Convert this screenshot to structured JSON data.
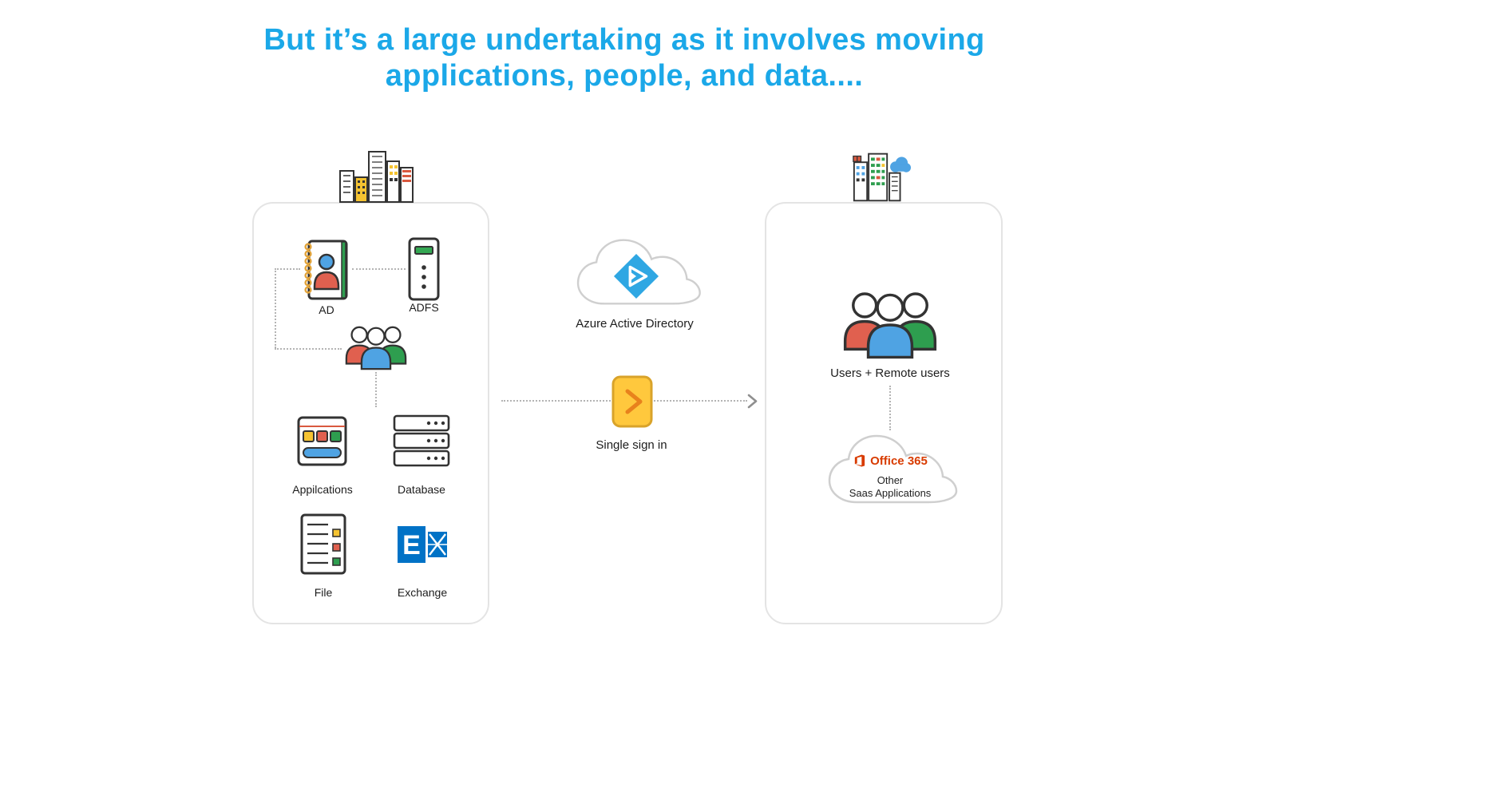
{
  "title": {
    "line1": "But it’s a large undertaking as it involves moving",
    "line2": "applications, people, and data...."
  },
  "left_panel": {
    "ad_label": "AD",
    "adfs_label": "ADFS",
    "applications_label": "Appilcations",
    "database_label": "Database",
    "file_label": "File",
    "exchange_label": "Exchange"
  },
  "middle": {
    "azure_label": "Azure Active Directory",
    "sso_label": "Single sign in"
  },
  "right_panel": {
    "users_label": "Users + Remote users",
    "office_label": "Office 365",
    "other_label": "Other",
    "saas_label": "Saas Applications"
  },
  "logos": {
    "exchange_letter": "E"
  },
  "icons": {
    "ad": "address-book-with-person",
    "adfs": "server-tower",
    "users": "three-people-group",
    "applications": "browser-window",
    "database": "server-stack",
    "file": "document-with-checkboxes",
    "exchange": "exchange-logo",
    "azure_ad": "cloud-with-blue-diamond",
    "sso": "yellow-card-arrow",
    "office": "office-365-logo",
    "buildings_left": "city-buildings",
    "buildings_right": "city-buildings-with-cloud"
  },
  "colors": {
    "title_blue": "#1ba8e8",
    "person_red": "#e0604f",
    "person_blue": "#4fa3e3",
    "person_green": "#2e9e4f",
    "accent_yellow": "#f5c331",
    "sso_yellow": "#ffc83d",
    "exchange_blue": "#0072c6",
    "office_orange": "#d83b01",
    "azure_blue": "#2fa7e3",
    "outline": "#333333",
    "panel_border": "#e4e4e4",
    "dotted_gray": "#b4b4b4"
  }
}
